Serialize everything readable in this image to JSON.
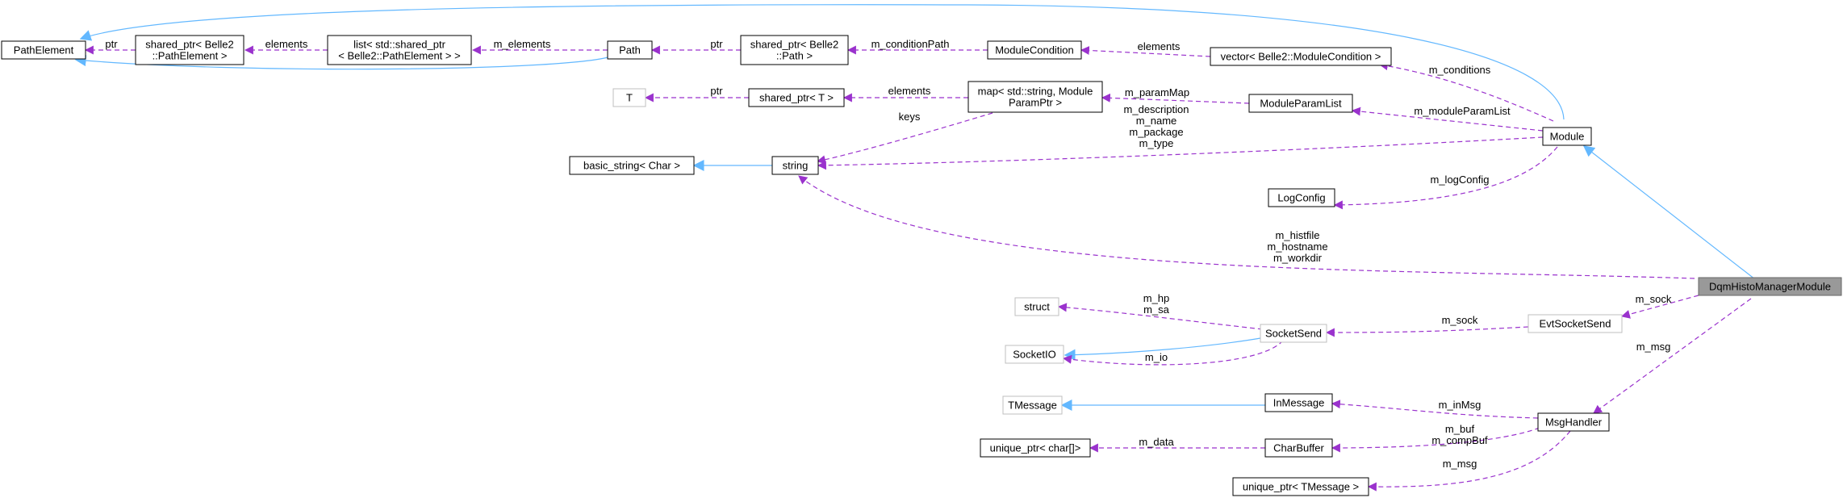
{
  "nodes": {
    "pathelement": {
      "lines": [
        "PathElement"
      ]
    },
    "sp_pathelement": {
      "lines": [
        "shared_ptr< Belle2",
        "::PathElement >"
      ]
    },
    "list_sp": {
      "lines": [
        "list< std::shared_ptr",
        "< Belle2::PathElement > >"
      ]
    },
    "path": {
      "lines": [
        "Path"
      ]
    },
    "sp_path": {
      "lines": [
        "shared_ptr< Belle2",
        "::Path >"
      ]
    },
    "modulecondition": {
      "lines": [
        "ModuleCondition"
      ]
    },
    "vector_mc": {
      "lines": [
        "vector< Belle2::ModuleCondition >"
      ]
    },
    "t": {
      "lines": [
        "T"
      ]
    },
    "sp_t": {
      "lines": [
        "shared_ptr< T >"
      ]
    },
    "map": {
      "lines": [
        "map< std::string, Module",
        "ParamPtr >"
      ]
    },
    "moduleparamlist": {
      "lines": [
        "ModuleParamList"
      ]
    },
    "basic_string": {
      "lines": [
        "basic_string< Char >"
      ]
    },
    "string": {
      "lines": [
        "string"
      ]
    },
    "module": {
      "lines": [
        "Module"
      ]
    },
    "logconfig": {
      "lines": [
        "LogConfig"
      ]
    },
    "dqm": {
      "lines": [
        "DqmHistoManagerModule"
      ]
    },
    "struct": {
      "lines": [
        "struct"
      ]
    },
    "socketsend": {
      "lines": [
        "SocketSend"
      ]
    },
    "evtsocketsend": {
      "lines": [
        "EvtSocketSend"
      ]
    },
    "socketio": {
      "lines": [
        "SocketIO"
      ]
    },
    "tmessage": {
      "lines": [
        "TMessage"
      ]
    },
    "inmessage": {
      "lines": [
        "InMessage"
      ]
    },
    "msghandler": {
      "lines": [
        "MsgHandler"
      ]
    },
    "unique_char": {
      "lines": [
        "unique_ptr< char[]>"
      ]
    },
    "charbuffer": {
      "lines": [
        "CharBuffer"
      ]
    },
    "unique_tmsg": {
      "lines": [
        "unique_ptr< TMessage >"
      ]
    }
  },
  "edges": {
    "e_ptr1": {
      "lines": [
        "ptr"
      ]
    },
    "e_elements1": {
      "lines": [
        "elements"
      ]
    },
    "e_m_elements": {
      "lines": [
        "m_elements"
      ]
    },
    "e_ptr2": {
      "lines": [
        "ptr"
      ]
    },
    "e_m_conditionpath": {
      "lines": [
        "m_conditionPath"
      ]
    },
    "e_elements2": {
      "lines": [
        "elements"
      ]
    },
    "e_m_conditions": {
      "lines": [
        "m_conditions"
      ]
    },
    "e_ptr3": {
      "lines": [
        "ptr"
      ]
    },
    "e_elements3": {
      "lines": [
        "elements"
      ]
    },
    "e_m_parammap": {
      "lines": [
        "m_paramMap"
      ]
    },
    "e_m_moduleparamlist": {
      "lines": [
        "m_moduleParamList"
      ]
    },
    "e_keys": {
      "lines": [
        "keys"
      ]
    },
    "e_module_strings": {
      "lines": [
        "m_description",
        "m_name",
        "m_package",
        "m_type"
      ]
    },
    "e_m_logconfig": {
      "lines": [
        "m_logConfig"
      ]
    },
    "e_dqm_strings": {
      "lines": [
        "m_histfile",
        "m_hostname",
        "m_workdir"
      ]
    },
    "e_m_sock": {
      "lines": [
        "m_sock"
      ]
    },
    "e_m_sock2": {
      "lines": [
        "m_sock"
      ]
    },
    "e_m_hp_sa": {
      "lines": [
        "m_hp",
        "m_sa"
      ]
    },
    "e_m_io": {
      "lines": [
        "m_io"
      ]
    },
    "e_m_msg": {
      "lines": [
        "m_msg"
      ]
    },
    "e_m_inmsg": {
      "lines": [
        "m_inMsg"
      ]
    },
    "e_m_buf": {
      "lines": [
        "m_buf",
        "m_compBuf"
      ]
    },
    "e_m_data": {
      "lines": [
        "m_data"
      ]
    },
    "e_m_msg2": {
      "lines": [
        "m_msg"
      ]
    }
  }
}
